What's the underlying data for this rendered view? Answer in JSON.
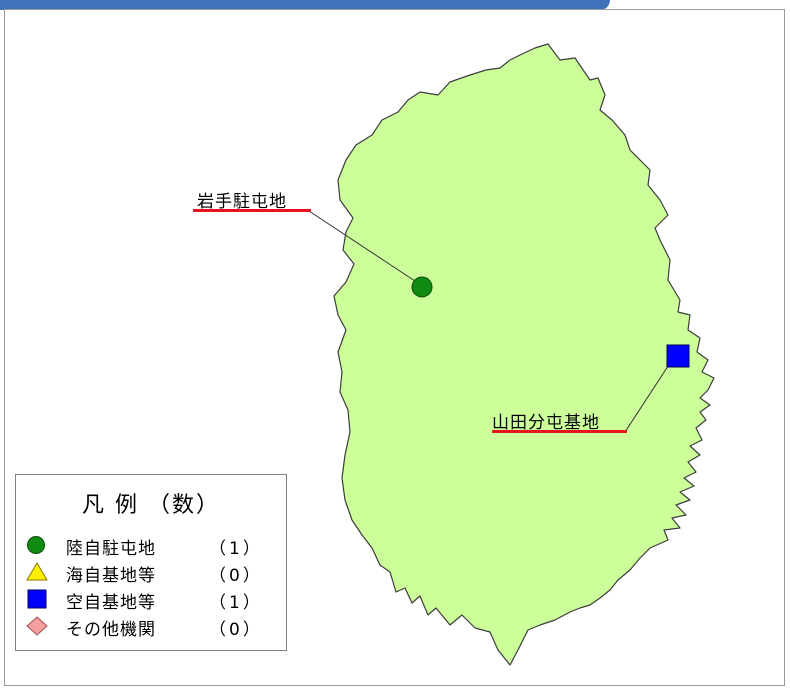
{
  "map": {
    "colors": {
      "land": "#ccff99",
      "outline": "#3c3c3c",
      "frame": "#9a9a9a",
      "header_band": "#3f72b8",
      "label_underline": "#e8141d",
      "gsdf": "#118a11",
      "msdf": "#ffee00",
      "asdf": "#0000ff",
      "other": "#f4a0a0"
    },
    "markers": [
      {
        "name": "岩手駐屯地",
        "kind": "gsdf"
      },
      {
        "name": "山田分屯基地",
        "kind": "asdf"
      }
    ]
  },
  "legend": {
    "title": "凡 例 （数）",
    "items": [
      {
        "kind": "gsdf",
        "icon": "green-circle-icon",
        "label": "陸自駐屯地",
        "count": "（1）"
      },
      {
        "kind": "msdf",
        "icon": "yellow-triangle-icon",
        "label": "海自基地等",
        "count": "（0）"
      },
      {
        "kind": "asdf",
        "icon": "blue-square-icon",
        "label": "空自基地等",
        "count": "（1）"
      },
      {
        "kind": "other",
        "icon": "pink-diamond-icon",
        "label": "その他機関",
        "count": "（0）"
      }
    ]
  }
}
